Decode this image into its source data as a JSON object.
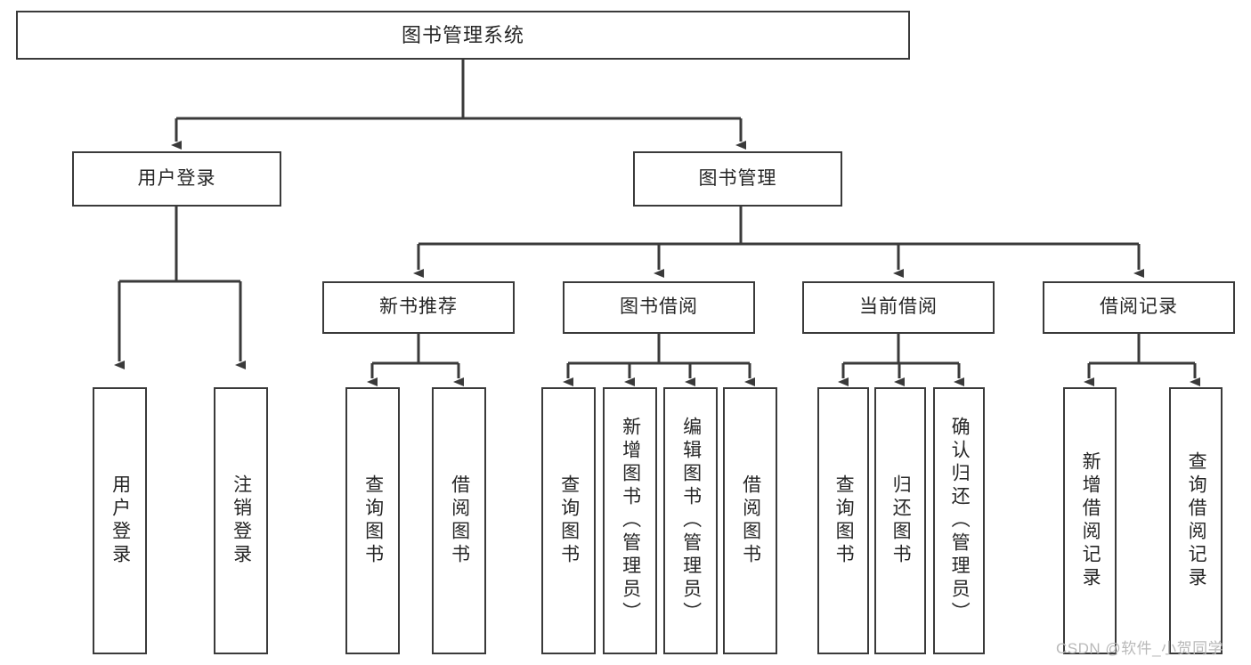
{
  "diagram": {
    "title": "图书管理系统",
    "type": "tree-hierarchy",
    "watermark": "CSDN @软件_小贺同学",
    "colors": {
      "background": "#ffffff",
      "box_border": "#3a3a3a",
      "box_fill": "#ffffff",
      "edge": "#3a3a3a",
      "text": "#262626",
      "watermark": "#b9b9b9"
    },
    "root": {
      "label": "图书管理系统"
    },
    "level2": [
      {
        "label": "用户登录"
      },
      {
        "label": "图书管理"
      }
    ],
    "level3": [
      {
        "label": "新书推荐"
      },
      {
        "label": "图书借阅"
      },
      {
        "label": "当前借阅"
      },
      {
        "label": "借阅记录"
      }
    ],
    "leaves": {
      "user_login": [
        {
          "label": "用户登录"
        },
        {
          "label": "注销登录"
        }
      ],
      "new_book_recommend": [
        {
          "label": "查询图书"
        },
        {
          "label": "借阅图书"
        }
      ],
      "book_borrow": [
        {
          "label": "查询图书"
        },
        {
          "label": "新增图书（管理员）"
        },
        {
          "label": "编辑图书（管理员）"
        },
        {
          "label": "借阅图书"
        }
      ],
      "current_borrow": [
        {
          "label": "查询图书"
        },
        {
          "label": "归还图书"
        },
        {
          "label": "确认归还（管理员）"
        }
      ],
      "borrow_record": [
        {
          "label": "新增借阅记录"
        },
        {
          "label": "查询借阅记录"
        }
      ]
    }
  }
}
